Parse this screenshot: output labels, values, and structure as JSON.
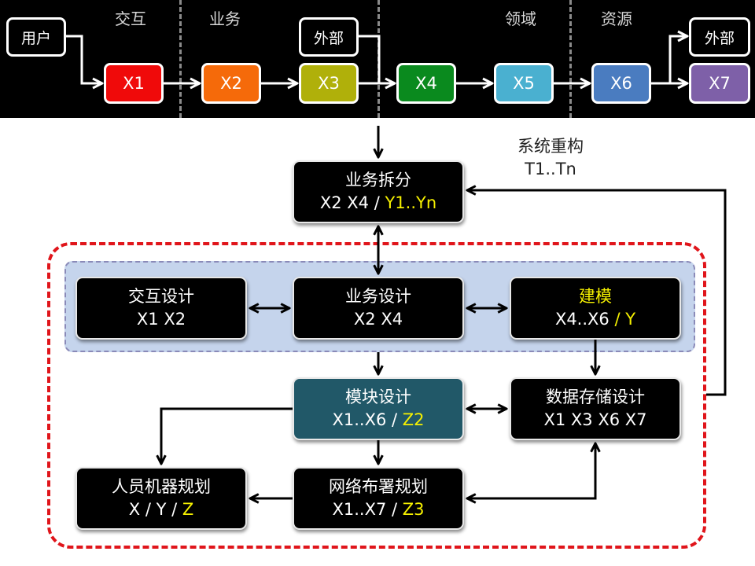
{
  "top_band": {
    "section_labels": [
      "交互",
      "业务",
      "领域",
      "资源"
    ],
    "sources": [
      {
        "label": "用户"
      },
      {
        "label": "外部"
      }
    ],
    "sink": {
      "label": "外部"
    },
    "nodes": [
      {
        "label": "X1",
        "color": "#f00a0a"
      },
      {
        "label": "X2",
        "color": "#f56a0a"
      },
      {
        "label": "X3",
        "color": "#b0b00a"
      },
      {
        "label": "X4",
        "color": "#0a8a1e"
      },
      {
        "label": "X5",
        "color": "#4ab0d0"
      },
      {
        "label": "X6",
        "color": "#4a7cc0"
      },
      {
        "label": "X7",
        "color": "#7e60a8"
      }
    ]
  },
  "refactor_label": {
    "line1": "系统重构",
    "line2": "T1..Tn"
  },
  "cards": {
    "business_split": {
      "title": "业务拆分",
      "sub": "X2 X4 / ",
      "sub_hl": "Y1..Yn"
    },
    "interaction_design": {
      "title": "交互设计",
      "sub": "X1 X2"
    },
    "business_design": {
      "title": "业务设计",
      "sub": "X2 X4"
    },
    "modeling": {
      "title_hl": "建模",
      "sub": "X4..X6 ",
      "sub_hl": "/ Y"
    },
    "module_design": {
      "title": "模块设计",
      "sub": "X1..X6 / ",
      "sub_hl": "Z2",
      "color": "#215868"
    },
    "data_storage_design": {
      "title": "数据存储设计",
      "sub": "X1 X3 X6 X7"
    },
    "staff_machine_plan": {
      "title": "人员机器规划",
      "sub": "X / Y / ",
      "sub_hl": "Z"
    },
    "network_deploy_plan": {
      "title": "网络布署规划",
      "sub": "X1..X7 / ",
      "sub_hl": "Z3"
    }
  },
  "colors": {
    "highlight": "#f5f000",
    "outer_border": "#e0151b",
    "inner_fill": "#c5d4ec"
  }
}
